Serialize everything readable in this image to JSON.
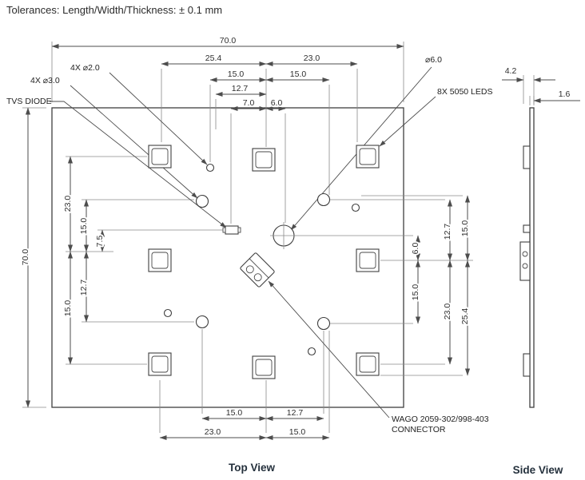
{
  "note": "Tolerances: Length/Width/Thickness: ± 0.1 mm",
  "top_view": {
    "label": "Top View",
    "callouts": {
      "holes_small": "4X ⌀2.0",
      "holes_large": "4X ⌀3.0",
      "tvs_diode": "TVS DIODE",
      "center_hole": "⌀6.0",
      "leds": "8X 5050 LEDS",
      "connector_line1": "WAGO 2059-302/998-403",
      "connector_line2": "CONNECTOR"
    },
    "dims": {
      "overall_width": "70.0",
      "overall_height": "70.0",
      "top_25_4": "25.4",
      "top_23": "23.0",
      "top_15_left": "15.0",
      "top_15_right": "15.0",
      "top_12_7": "12.7",
      "top_7": "7.0",
      "top_6": "6.0",
      "left_23": "23.0",
      "left_15_upper": "15.0",
      "left_7_5": "7.5",
      "left_12_7": "12.7",
      "left_15_lower": "15.0",
      "right_6": "6.0",
      "right_12_7": "12.7",
      "right_15_upper": "15.0",
      "right_15_lower": "15.0",
      "right_23": "23.0",
      "right_25_4": "25.4",
      "bottom_15_left": "15.0",
      "bottom_12_7": "12.7",
      "bottom_23": "23.0",
      "bottom_15_right": "15.0"
    }
  },
  "side_view": {
    "label": "Side View",
    "dims": {
      "overall": "4.2",
      "pcb": "1.6"
    }
  }
}
